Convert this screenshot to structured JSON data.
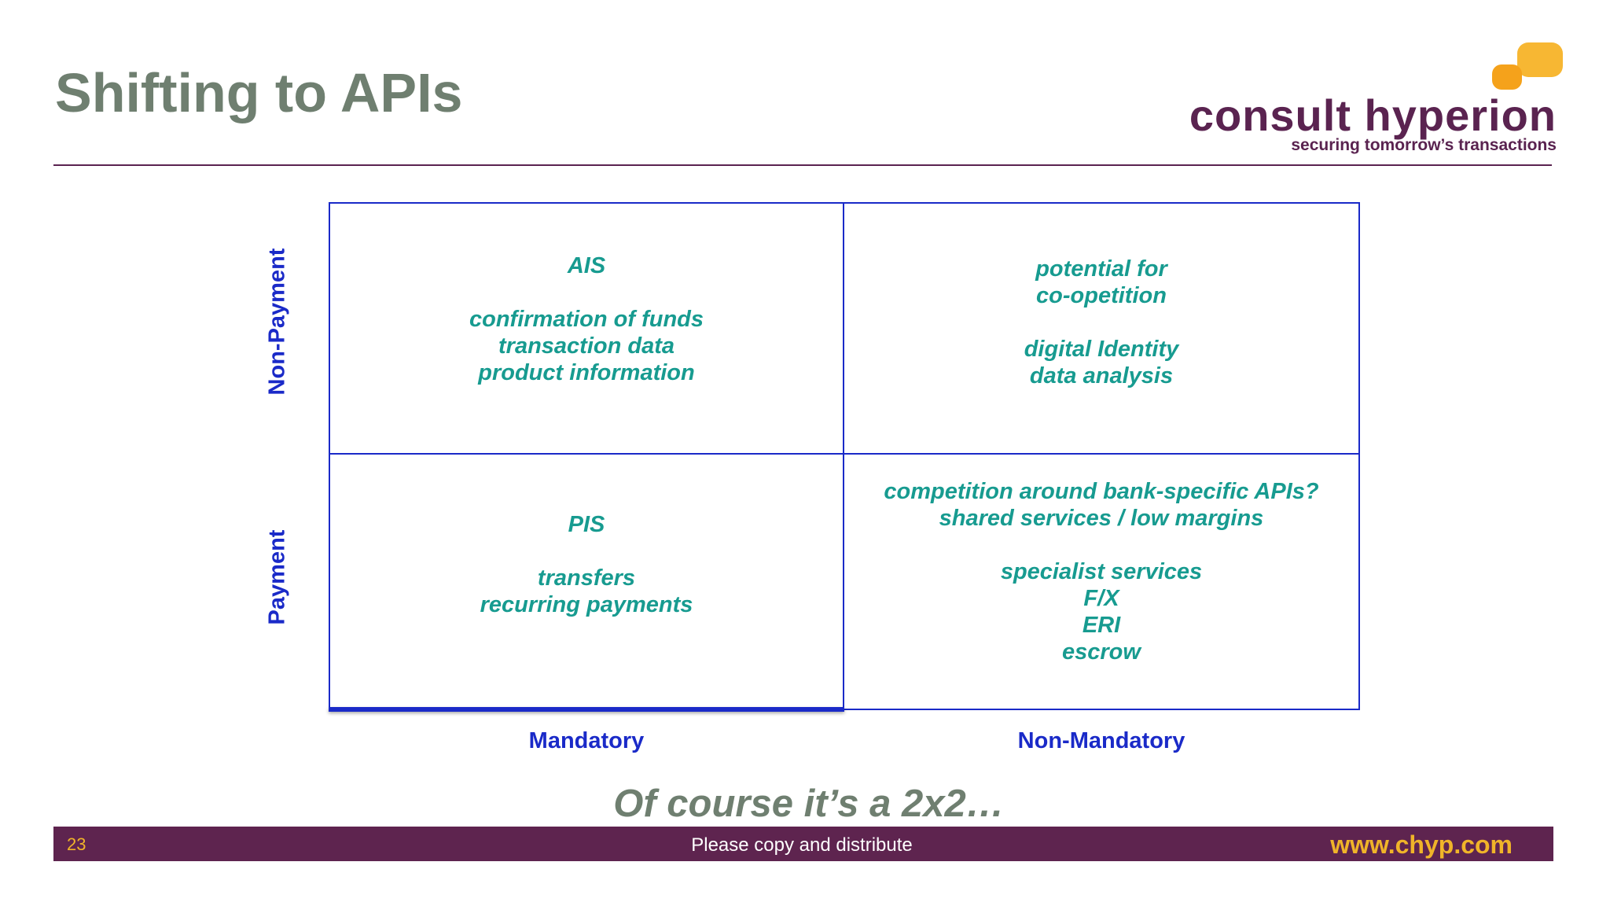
{
  "slide": {
    "title": "Shifting to APIs",
    "caption": "Of course it’s a 2x2…"
  },
  "logo": {
    "name": "consult hyperion",
    "tagline": "securing tomorrow’s transactions",
    "bubble_colors": [
      "#f5a623",
      "#f7c234"
    ]
  },
  "matrix": {
    "row_labels": {
      "top": "Non-Payment",
      "bottom": "Payment"
    },
    "col_labels": {
      "left": "Mandatory",
      "right": "Non-Mandatory"
    },
    "cells": {
      "top_left": {
        "head": "AIS",
        "lines": [
          "confirmation of funds",
          "transaction data",
          "product information"
        ]
      },
      "top_right": {
        "head_lines": [
          "potential for",
          "co-opetition"
        ],
        "lines": [
          "digital Identity",
          "data analysis"
        ]
      },
      "bottom_left": {
        "head": "PIS",
        "lines": [
          "transfers",
          "recurring payments"
        ]
      },
      "bottom_right": {
        "head_lines": [
          "competition around bank-specific APIs?",
          "shared services / low margins"
        ],
        "lines": [
          "specialist services",
          "F/X",
          "ERI",
          "escrow"
        ]
      }
    },
    "colors": {
      "border": "#1a2ac8",
      "cell_text": "#179b90"
    }
  },
  "footer": {
    "slide_number": "23",
    "center_text": "Please copy and distribute",
    "url": "www.chyp.com",
    "background": "#5e244f"
  }
}
